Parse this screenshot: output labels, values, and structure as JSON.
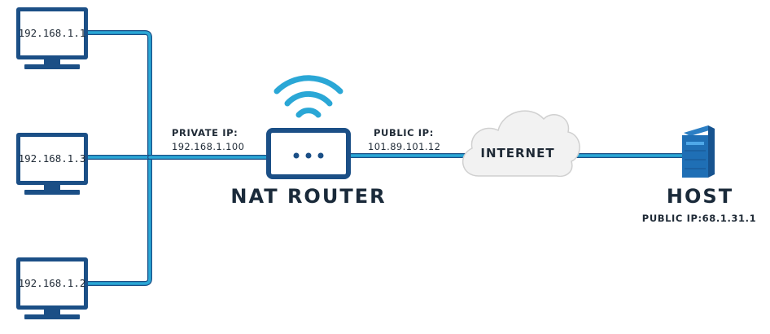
{
  "computers": [
    {
      "ip": "192.168.1.1"
    },
    {
      "ip": "192.168.1.3"
    },
    {
      "ip": "192.168.1.2"
    }
  ],
  "router": {
    "label": "NAT ROUTER",
    "private_label": "PRIVATE IP:",
    "private_ip": "192.168.1.100",
    "public_label": "PUBLIC IP:",
    "public_ip": "101.89.101.12"
  },
  "internet": {
    "label": "INTERNET"
  },
  "host": {
    "label": "HOST",
    "public_ip_text": "PUBLIC IP:68.1.31.1"
  },
  "colors": {
    "link": "#2aa7d6",
    "link_dark": "#1b4f86",
    "device": "#1b4f86",
    "screen": "#ffffff",
    "cloud": "#f2f2f2"
  },
  "icons": [
    "monitor-icon",
    "wifi-icon",
    "router-icon",
    "cloud-icon",
    "server-icon"
  ]
}
